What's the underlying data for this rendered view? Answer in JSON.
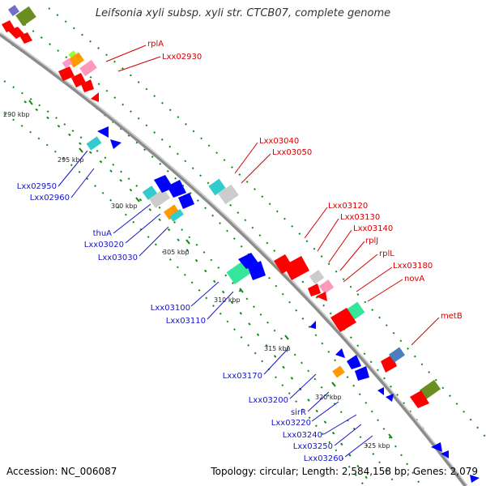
{
  "title": "Leifsonia xyli subsp. xyli str. CTCB07, complete genome",
  "accession": "Accession: NC_006087",
  "topology": "Topology: circular; Length: 2,584,158 bp; Genes: 2,079",
  "colors": {
    "forward_label": "#d40000",
    "reverse_label": "#1414c8",
    "backbone": "#8c8c8c",
    "dotted_track": "#118811"
  },
  "ticks": [
    "290 kbp",
    "295 kbp",
    "300 kbp",
    "305 kbp",
    "310 kbp",
    "315 kbp",
    "320 kbp",
    "325 kbp"
  ],
  "forward_labels": [
    "rplA",
    "Lxx02930",
    "Lxx03040",
    "Lxx03050",
    "Lxx03120",
    "Lxx03130",
    "Lxx03140",
    "rplJ",
    "rplL",
    "Lxx03180",
    "novA",
    "metB"
  ],
  "reverse_labels": [
    "Lxx02950",
    "Lxx02960",
    "thuA",
    "Lxx03020",
    "Lxx03030",
    "Lxx03100",
    "Lxx03110",
    "Lxx03170",
    "Lxx03200",
    "sirR",
    "Lxx03220",
    "Lxx03240",
    "Lxx03250",
    "Lxx03260"
  ]
}
